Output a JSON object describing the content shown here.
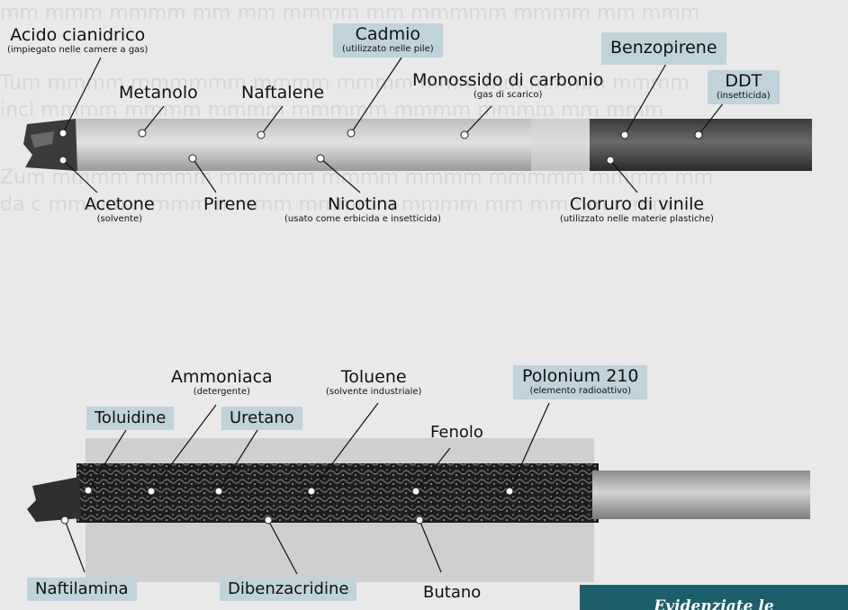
{
  "top_cigarette": {
    "labels": [
      {
        "id": "acido",
        "name": "Acido cianidrico",
        "sub": "(impiegato nelle camere a gas)",
        "boxed": false
      },
      {
        "id": "cadmio",
        "name": "Cadmio",
        "sub": "(utilizzato nelle pile)",
        "boxed": true
      },
      {
        "id": "benzopirene",
        "name": "Benzopirene",
        "sub": "",
        "boxed": true
      },
      {
        "id": "ddt",
        "name": "DDT",
        "sub": "(insetticida)",
        "boxed": true
      },
      {
        "id": "metanolo",
        "name": "Metanolo",
        "sub": "",
        "boxed": false
      },
      {
        "id": "naftalene",
        "name": "Naftalene",
        "sub": "",
        "boxed": false
      },
      {
        "id": "monossido",
        "name": "Monossido di carbonio",
        "sub": "(gas di scarico)",
        "boxed": false
      },
      {
        "id": "acetone",
        "name": "Acetone",
        "sub": "(solvente)",
        "boxed": false
      },
      {
        "id": "pirene",
        "name": "Pirene",
        "sub": "",
        "boxed": false
      },
      {
        "id": "nicotina",
        "name": "Nicotina",
        "sub": "(usato come erbicida e insetticida)",
        "boxed": false
      },
      {
        "id": "cloruro",
        "name": "Cloruro di vinile",
        "sub": "(utilizzato nelle materie plastiche)",
        "boxed": false
      }
    ]
  },
  "bottom_cigarette": {
    "labels": [
      {
        "id": "ammoniaca",
        "name": "Ammoniaca",
        "sub": "(detergente)",
        "boxed": false
      },
      {
        "id": "toluene",
        "name": "Toluene",
        "sub": "(solvente industriale)",
        "boxed": false
      },
      {
        "id": "polonium",
        "name": "Polonium 210",
        "sub": "(elemento radioattivo)",
        "boxed": true
      },
      {
        "id": "toluidine",
        "name": "Toluidine",
        "sub": "",
        "boxed": true
      },
      {
        "id": "uretano",
        "name": "Uretano",
        "sub": "",
        "boxed": true
      },
      {
        "id": "fenolo",
        "name": "Fenolo",
        "sub": "",
        "boxed": false
      },
      {
        "id": "naftilamina",
        "name": "Naftilamina",
        "sub": "",
        "boxed": true
      },
      {
        "id": "dibenzacridine",
        "name": "Dibenzacridine",
        "sub": "",
        "boxed": true
      },
      {
        "id": "butano",
        "name": "Butano",
        "sub": "",
        "boxed": false
      }
    ]
  },
  "caption": {
    "text": "Evidenziate le"
  },
  "colors": {
    "label_box": "#bfd3db",
    "caption_bg": "#1c5f6a"
  }
}
